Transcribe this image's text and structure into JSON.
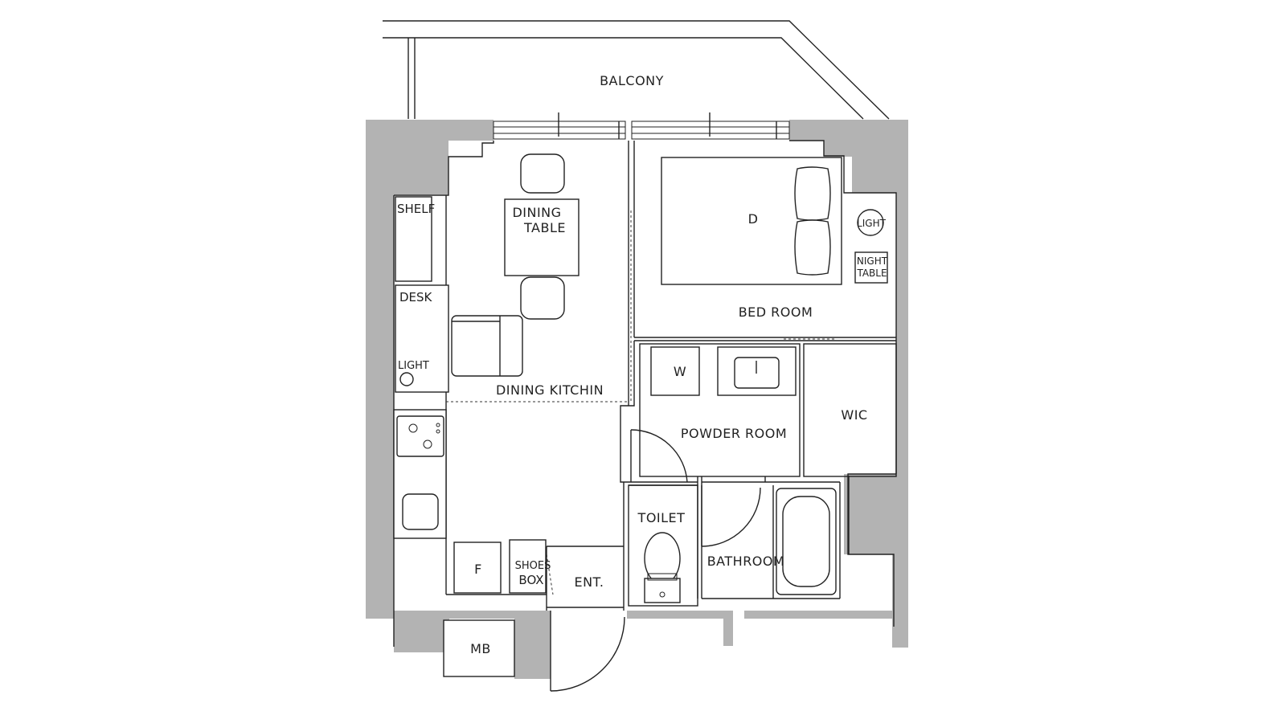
{
  "labels": {
    "balcony": "BALCONY",
    "shelf": "SHELF",
    "desk": "DESK",
    "light_left": "LIGHT",
    "dining_table_1": "DINING",
    "dining_table_2": "TABLE",
    "dining_kitchen": "DINING KITCHIN",
    "bed": "D",
    "light_right": "LIGHT",
    "night_table_1": "NIGHT",
    "night_table_2": "TABLE",
    "bed_room": "BED ROOM",
    "washer": "W",
    "powder_room": "POWDER ROOM",
    "wic": "WIC",
    "toilet": "TOILET",
    "bathroom": "BATHROOM",
    "fridge": "F",
    "shoes_box_1": "SHOES",
    "shoes_box_2": "BOX",
    "entrance": "ENT.",
    "mb": "MB"
  }
}
